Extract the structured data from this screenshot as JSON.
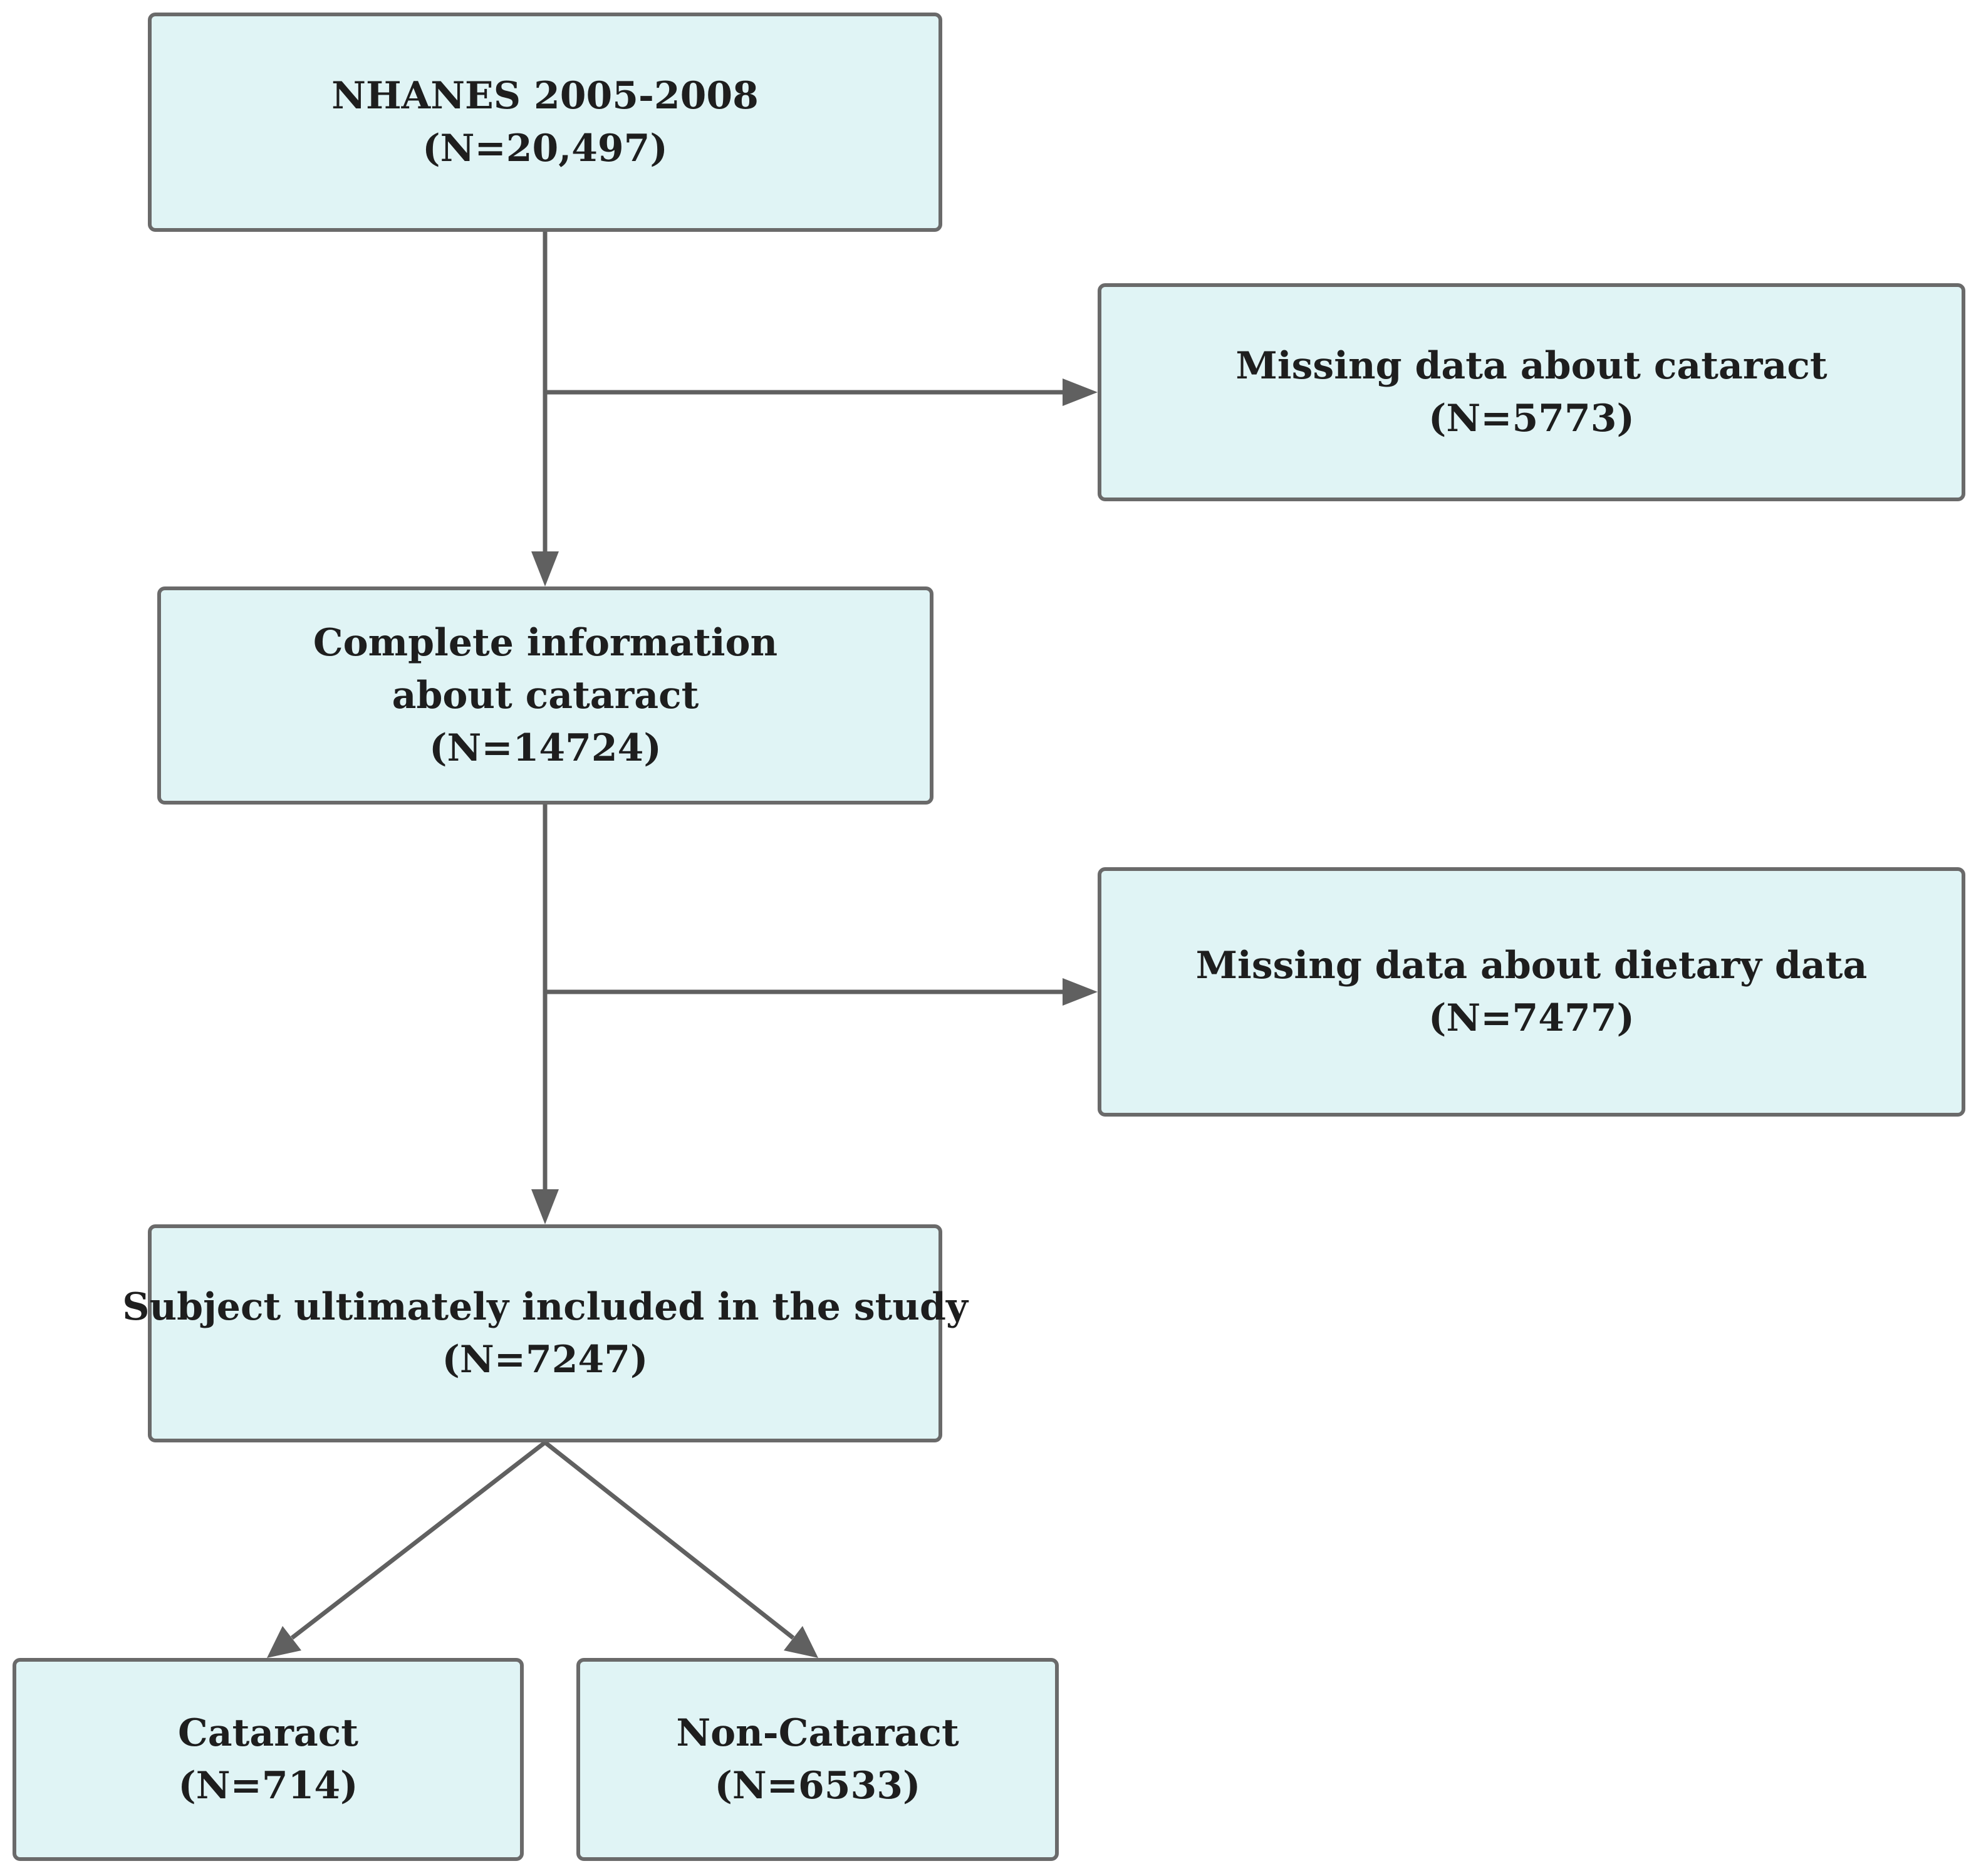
{
  "nodes": {
    "start": {
      "line1": "NHANES 2005-2008",
      "line2": "(N=20,497)"
    },
    "excl1": {
      "line1": "Missing data about cataract",
      "line2": "(N=5773)"
    },
    "complete": {
      "line1": "Complete information",
      "line2": "about cataract",
      "line3": "(N=14724)"
    },
    "excl2": {
      "line1": "Missing data about dietary data",
      "line2": "(N=7477)"
    },
    "included": {
      "line1": "Subject ultimately included in the study",
      "line2": "(N=7247)"
    },
    "cataract": {
      "line1": "Cataract",
      "line2": "(N=714)"
    },
    "noncat": {
      "line1": "Non-Cataract",
      "line2": "(N=6533)"
    }
  },
  "edges": [
    {
      "from": "start",
      "to": "complete"
    },
    {
      "from": "start",
      "to": "excl1"
    },
    {
      "from": "complete",
      "to": "included"
    },
    {
      "from": "complete",
      "to": "excl2"
    },
    {
      "from": "included",
      "to": "cataract"
    },
    {
      "from": "included",
      "to": "noncat"
    }
  ],
  "colors": {
    "box_fill": "#e0f4f5",
    "box_border": "#6a6a6a",
    "connector": "#606060",
    "text": "#1e1e1e"
  }
}
